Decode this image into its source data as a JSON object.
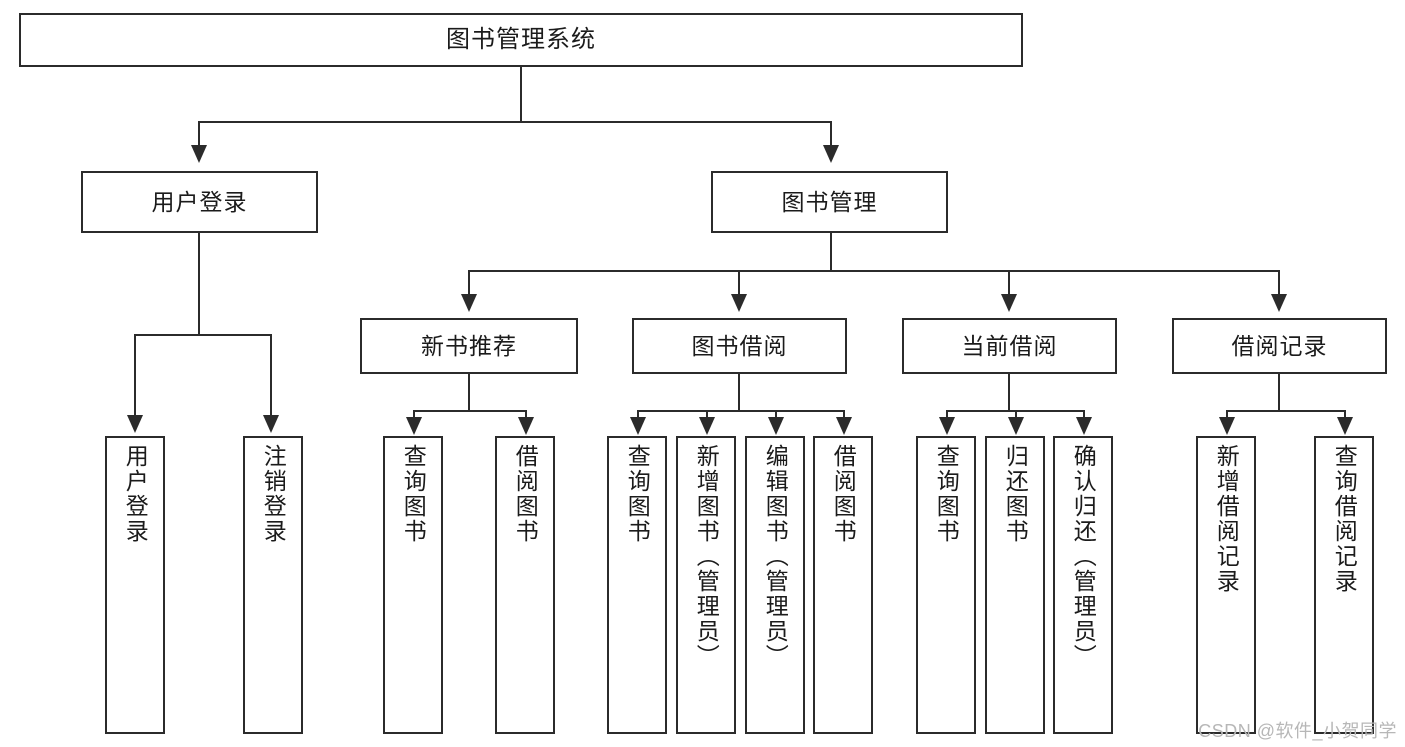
{
  "diagram": {
    "title": "图书管理系统",
    "watermark": "CSDN @软件_小贺同学",
    "level2": {
      "user_login": "用户登录",
      "book_manage": "图书管理"
    },
    "level3": {
      "new_book_recommend": "新书推荐",
      "book_borrow": "图书借阅",
      "current_borrow": "当前借阅",
      "borrow_record": "借阅记录"
    },
    "leaves": {
      "user_login_child_1": "用户登录",
      "user_login_child_2": "注销登录",
      "new_book_child_1": "查询图书",
      "new_book_child_2": "借阅图书",
      "borrow_child_1": "查询图书",
      "borrow_child_2": "新增图书（管理员）",
      "borrow_child_3": "编辑图书（管理员）",
      "borrow_child_4": "借阅图书",
      "current_child_1": "查询图书",
      "current_child_2": "归还图书",
      "current_child_3": "确认归还（管理员）",
      "record_child_1": "新增借阅记录",
      "record_child_2": "查询借阅记录"
    }
  }
}
